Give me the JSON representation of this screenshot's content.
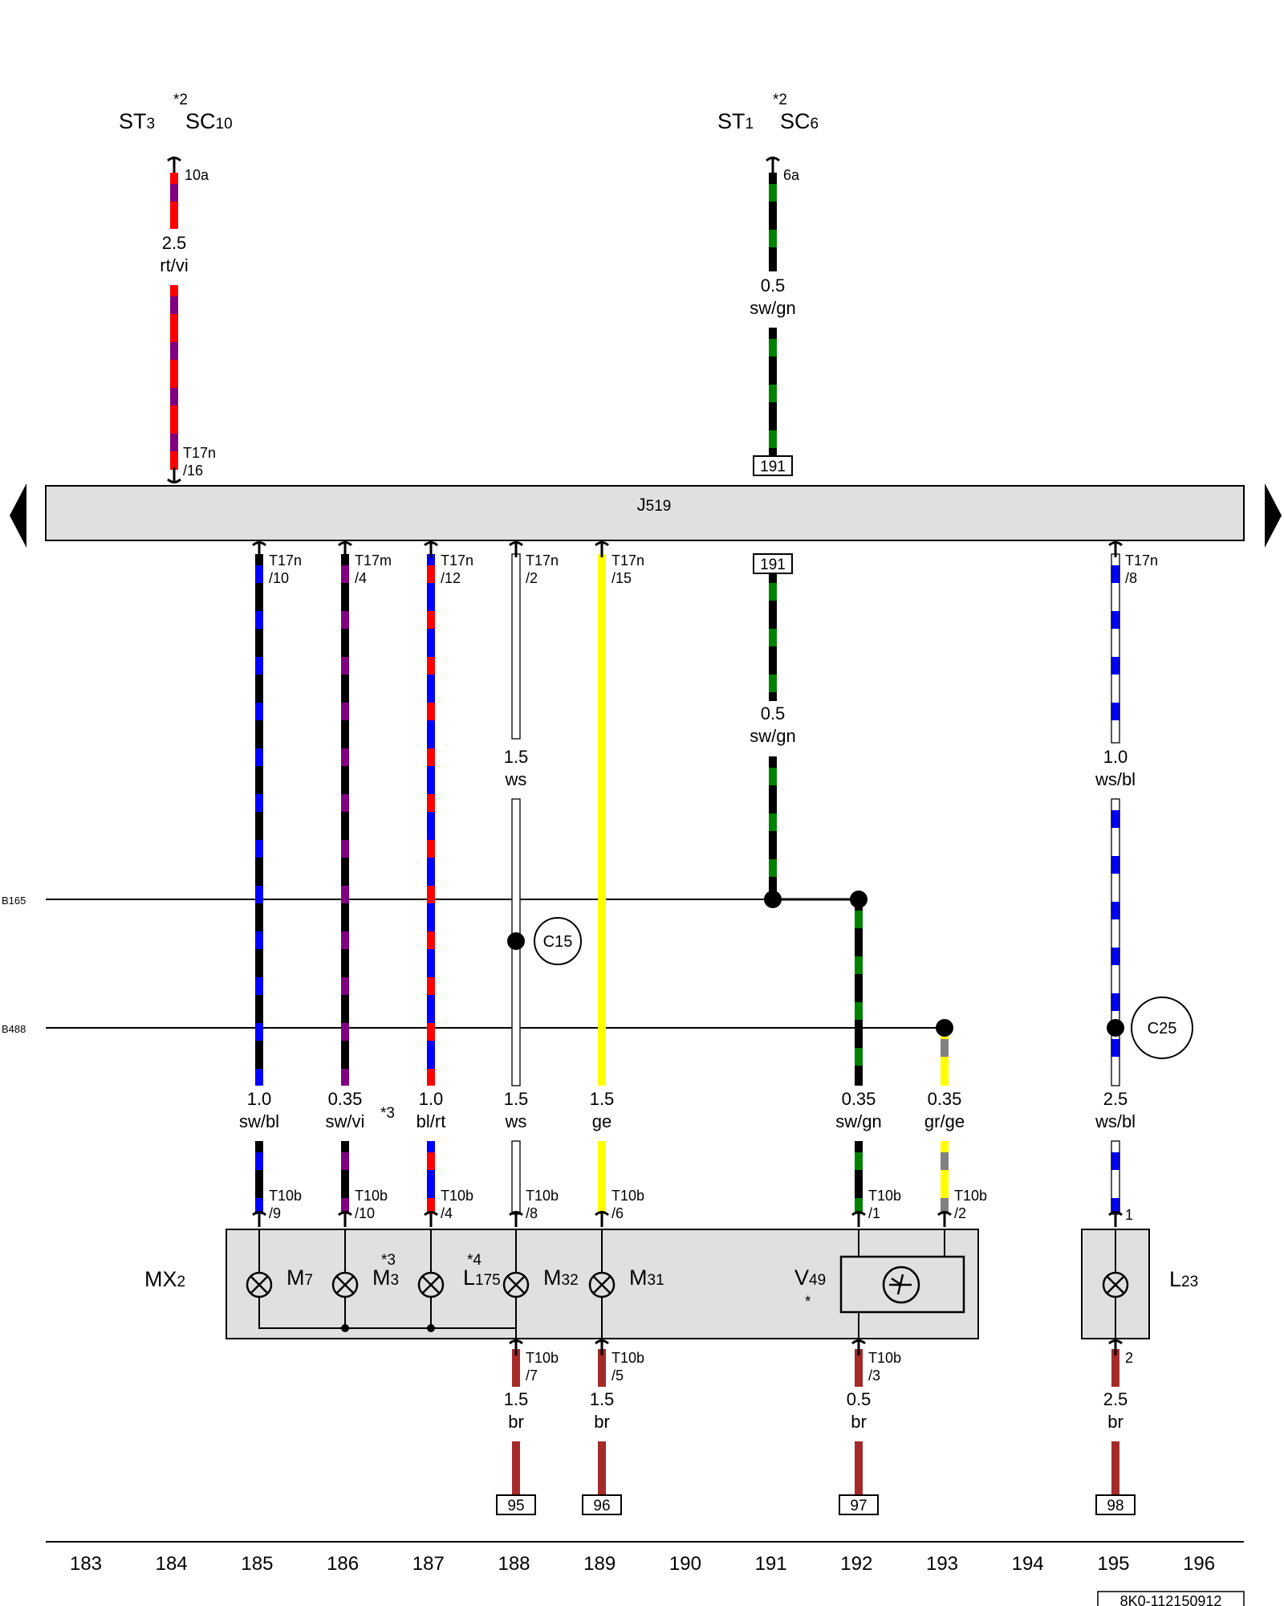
{
  "colors": {
    "sw": "#000000",
    "bl": "#0000ff",
    "rt": "#ff0000",
    "vi": "#800080",
    "gn": "#008000",
    "ge": "#ffff00",
    "ws": "#ffffff",
    "gr": "#808080",
    "br": "#a52a2a",
    "component_fill": "#e0e0e0"
  },
  "relay_panel": {
    "sections": [
      {
        "label": "ST",
        "sub": "3"
      },
      {
        "label": "SC",
        "sub": "10"
      },
      {
        "label": "ST",
        "sub": "1"
      },
      {
        "label": "SC",
        "sub": "6"
      }
    ],
    "notes": [
      "*2",
      "*2"
    ]
  },
  "control_unit": {
    "label": "J",
    "sub": "519"
  },
  "components": [
    {
      "label": "MX",
      "sub": "2"
    },
    {
      "label": "M",
      "sub": "7"
    },
    {
      "label": "M",
      "sub": "3"
    },
    {
      "label": "L",
      "sub": "175"
    },
    {
      "label": "M",
      "sub": "32"
    },
    {
      "label": "M",
      "sub": "31"
    },
    {
      "label": "V",
      "sub": "49"
    },
    {
      "label": "L",
      "sub": "23"
    }
  ],
  "footnotes": [
    "*3",
    "*4",
    "*",
    "*3"
  ],
  "connectors": {
    "sc10": "10a",
    "sc6": "6a",
    "top_16": [
      "T17n",
      "/16"
    ],
    "c185": [
      "T17n",
      "/10"
    ],
    "c186": [
      "T17m",
      "/4"
    ],
    "c187": [
      "T17n",
      "/12"
    ],
    "c188": [
      "T17n",
      "/2"
    ],
    "c189": [
      "T17n",
      "/15"
    ],
    "c195": [
      "T17n",
      "/8"
    ],
    "m185": [
      "T10b",
      "/9"
    ],
    "m186": [
      "T10b",
      "/10"
    ],
    "m187": [
      "T10b",
      "/4"
    ],
    "m188": [
      "T10b",
      "/8"
    ],
    "m189": [
      "T10b",
      "/6"
    ],
    "m192": [
      "T10b",
      "/1"
    ],
    "m193": [
      "T10b",
      "/2"
    ],
    "l23_top": "1",
    "b188": [
      "T10b",
      "/7"
    ],
    "b189": [
      "T10b",
      "/5"
    ],
    "b192": [
      "T10b",
      "/3"
    ],
    "l23_bot": "2"
  },
  "wires": {
    "top184": [
      "2.5",
      "rt/vi"
    ],
    "top191": [
      "0.5",
      "sw/gn"
    ],
    "w191": [
      "0.5",
      "sw/gn"
    ],
    "w188_upper": [
      "1.5",
      "ws"
    ],
    "w195_upper": [
      "1.0",
      "ws/bl"
    ],
    "w185": [
      "1.0",
      "sw/bl"
    ],
    "w186": [
      "0.35",
      "sw/vi"
    ],
    "w187": [
      "1.0",
      "bl/rt"
    ],
    "w188": [
      "1.5",
      "ws"
    ],
    "w189": [
      "1.5",
      "ge"
    ],
    "w192": [
      "0.35",
      "sw/gn"
    ],
    "w193": [
      "0.35",
      "gr/ge"
    ],
    "w195": [
      "2.5",
      "ws/bl"
    ],
    "g188": [
      "1.5",
      "br"
    ],
    "g189": [
      "1.5",
      "br"
    ],
    "g192": [
      "0.5",
      "br"
    ],
    "g195": [
      "2.5",
      "br"
    ]
  },
  "ref_boxes": [
    "191",
    "191",
    "95",
    "96",
    "97",
    "98"
  ],
  "buses": [
    "B165",
    "B488"
  ],
  "splices": [
    "C15",
    "C25"
  ],
  "tracks": [
    "183",
    "184",
    "185",
    "186",
    "187",
    "188",
    "189",
    "190",
    "191",
    "192",
    "193",
    "194",
    "195",
    "196"
  ],
  "doc_id": "8K0-112150912"
}
